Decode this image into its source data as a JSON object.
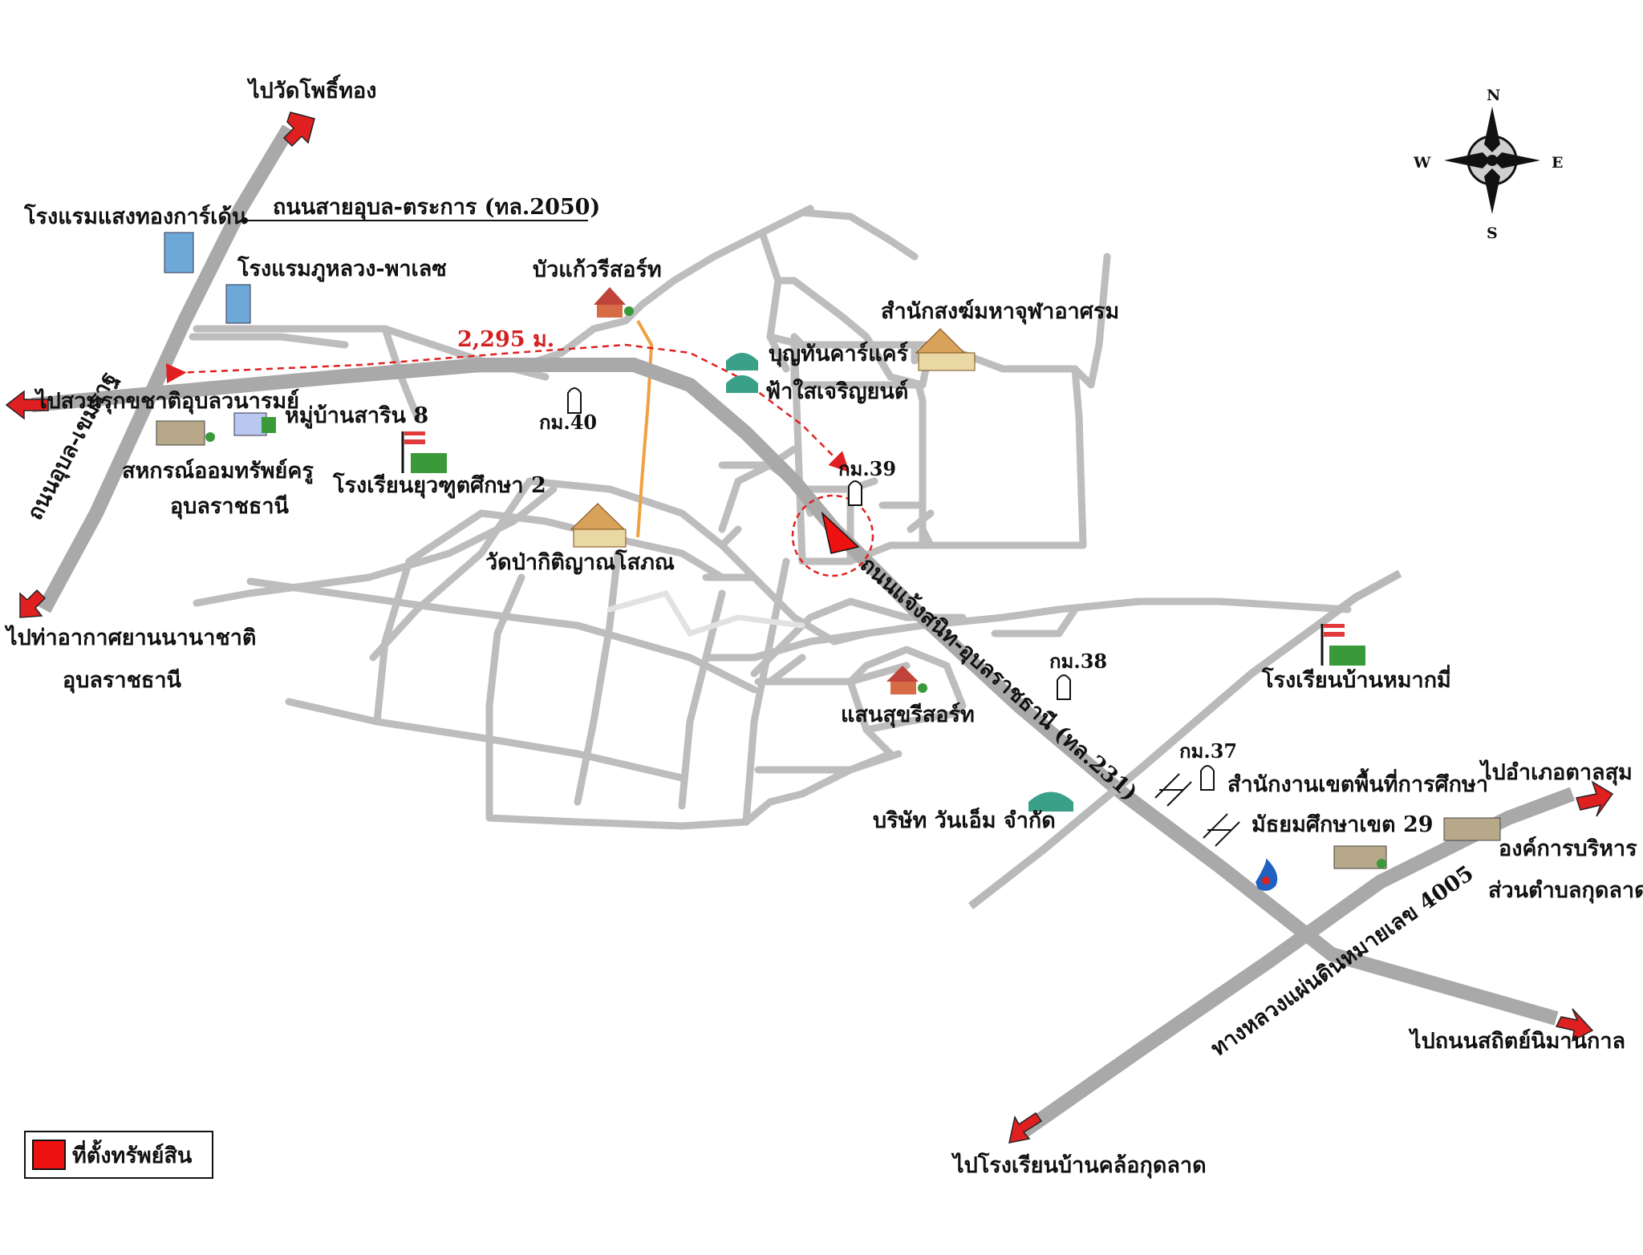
{
  "map": {
    "destinations": {
      "wat_pho_thong": "ไปวัดโพธิ์ทอง",
      "suan_ruk": "ไปสวนรุกขชาติอุบลวนารมย์",
      "airport_line1": "ไปท่าอากาศยานนานาชาติ",
      "airport_line2": "อุบลราชธานี",
      "tan_sum": "ไปอำเภอตาลสุม",
      "sathit": "ไปถนนสถิตย์นิมานกาล",
      "klo_school": "ไปโรงเรียนบ้านคล้อกุดลาด"
    },
    "roads": {
      "ubon_trakan": "ถนนสายอุบล-ตระการ (ทล.2050)",
      "ubon_khemarat": "ถนนอุบล-เขมราฐ",
      "chaeng_sanit": "ถนนแจ้งสนิท-อุบลราชธานี (ทล.231)",
      "highway_4005": "ทางหลวงแผ่นดินหมายเลข 4005"
    },
    "landmarks": {
      "hotel_saengthong": "โรงแรมแสงทองการ์เด้น",
      "hotel_phuluang": "โรงแรมภูหลวง-พาเลซ",
      "bua_kaew": "บัวแก้วรีสอร์ท",
      "samnak_song": "สำนักสงฆ์มหาจุฬาอาศรม",
      "boonthan": "บุญทันคาร์แคร์",
      "fasai": "ฟ้าใสเจริญยนต์",
      "saringa": "หมู่บ้านสาริน 8",
      "km40": "กม.40",
      "km39": "กม.39",
      "km38": "กม.38",
      "km37": "กม.37",
      "coop_line1": "สหกรณ์ออมทรัพย์ครู",
      "coop_line2": "อุบลราชธานี",
      "yuwathut": "โรงเรียนยุวฑูตศึกษา 2",
      "wat_pa": "วัดป่ากิติญาณโสภณ",
      "ban_maknhi": "โรงเรียนบ้านหมากมี่",
      "saensuk": "แสนสุขรีสอร์ท",
      "office_line1": "สำนักงานเขตพื้นที่การศึกษา",
      "office_line2": "มัธยมศึกษาเขต 29",
      "onem": "บริษัท วันเอ็ม จำกัด",
      "tao_line1": "องค์การบริหาร",
      "tao_line2": "ส่วนตำบลกุดลาด"
    },
    "distance": "2,295 ม.",
    "compass": {
      "n": "N",
      "s": "S",
      "e": "E",
      "w": "W"
    },
    "legend": {
      "property": "ที่ตั้งทรัพย์สิน"
    },
    "colors": {
      "road": "#b9b9b9",
      "main_road": "#a9a9a9",
      "arrow": "#e02020",
      "marker": "#ee1111",
      "orange_road": "#f0a040"
    }
  }
}
